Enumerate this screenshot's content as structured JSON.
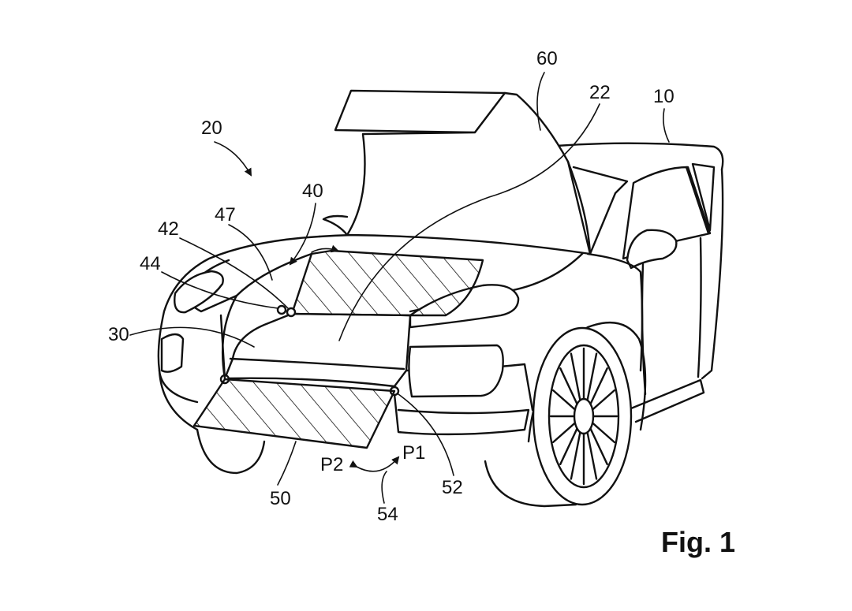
{
  "figure_label": "Fig. 1",
  "reference_numerals": {
    "vehicle": "10",
    "system": "20",
    "cover_panel": "22",
    "hood": "30",
    "opening": "40",
    "hinge": "42",
    "pivot": "44",
    "edge": "47",
    "flap": "50",
    "flap_hinge": "52",
    "motion_arrow": "54",
    "windscreen_hood": "60",
    "position_1": "P1",
    "position_2": "P2"
  },
  "colors": {
    "line": "#111111",
    "background": "#ffffff"
  }
}
